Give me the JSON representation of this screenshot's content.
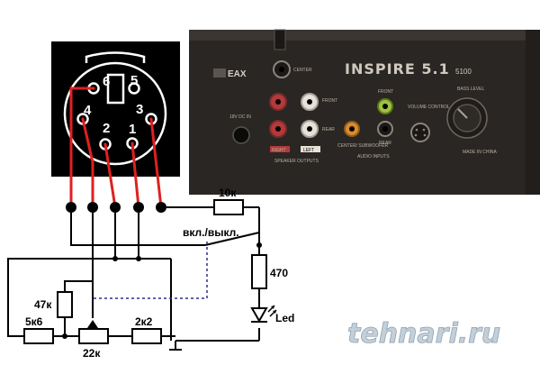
{
  "connector": {
    "pins": [
      "1",
      "2",
      "3",
      "4",
      "5",
      "6"
    ]
  },
  "schematic": {
    "r_top": "10к",
    "switch_label": "вкл./выкл.",
    "r_led": "470",
    "led_label": "Led",
    "r_47k": "47к",
    "r_5k6": "5к6",
    "pot_label": "22к",
    "r_2k2": "2к2"
  },
  "panel": {
    "brand": "EAX",
    "title": "INSPIRE 5.1",
    "model": "5100",
    "labels": {
      "center": "CENTER",
      "front": "FRONT",
      "rear": "REAR",
      "right": "RIGHT",
      "left": "LEFT",
      "speaker_outputs": "SPEAKER OUTPUTS",
      "center_subwoofer": "CENTER/ SUBWOOFER",
      "audio_inputs": "AUDIO INPUTS",
      "front_in": "FRONT",
      "rear_in": "REAR",
      "volume_control": "VOLUME CONTROL",
      "bass_level": "BASS LEVEL",
      "made_in": "MADE IN CHINA",
      "dc_in": "18V DC IN"
    }
  },
  "watermark": "tehnari.ru",
  "colors": {
    "wire": "#000000",
    "connector_lead": "#e02020",
    "panel_bg": "#2a2623"
  }
}
